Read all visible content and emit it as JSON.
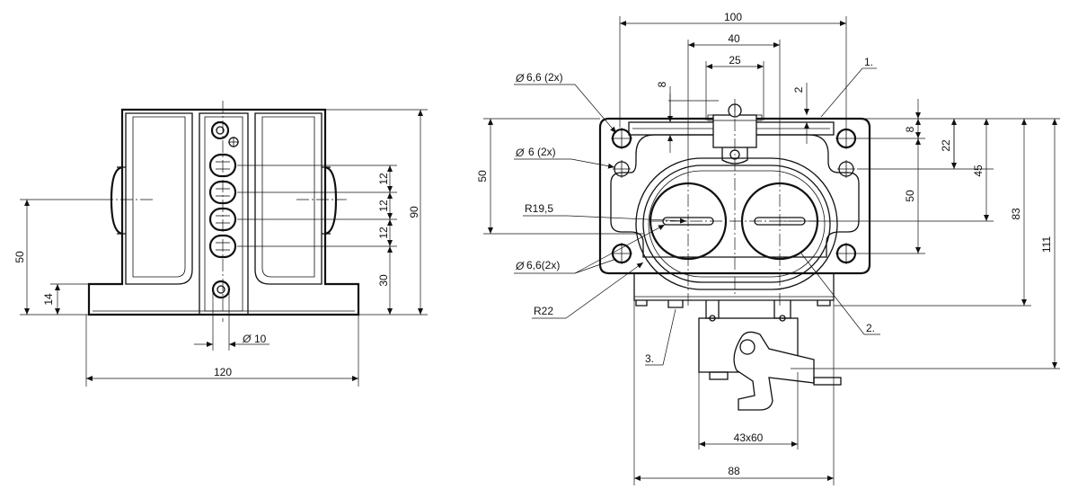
{
  "left_view": {
    "dims": {
      "slot_pitch": [
        "12",
        "12",
        "12"
      ],
      "base_to_slot": "30",
      "height": "90",
      "axis_height": "50",
      "base_thickness": "14",
      "hole_dia": "10",
      "width": "120"
    }
  },
  "right_view": {
    "dims": {
      "overall_width": "100",
      "hole_spacing": "40",
      "inner_spacing": "25",
      "small_8": "8",
      "small_2": "2",
      "height_50_left": "50",
      "right_8": "8",
      "right_22": "22",
      "right_45": "45",
      "right_50": "50",
      "right_83": "83",
      "right_111": "111",
      "connector": "43x60",
      "bottom_width": "88"
    },
    "labels": {
      "hole_a": "6,6 (2x)",
      "hole_b": "6 (2x)",
      "radius_a": "R19,5",
      "hole_c": "6,6(2x)",
      "radius_b": "R22",
      "phi": "Ø"
    },
    "callouts": [
      "1.",
      "2.",
      "3."
    ]
  }
}
